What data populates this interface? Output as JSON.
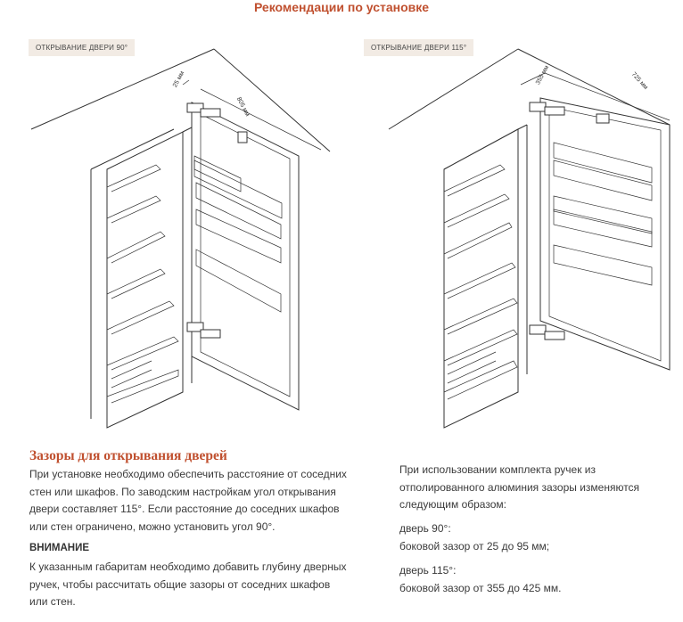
{
  "header": {
    "title": "Рекомендации по установке"
  },
  "left_diagram": {
    "tag": "ОТКРЫВАНИЕ ДВЕРИ 90°",
    "dim_gap": "25 мм",
    "dim_width": "805 мм"
  },
  "right_diagram": {
    "tag": "ОТКРЫВАНИЕ ДВЕРИ 115°",
    "dim_gap": "355 мм",
    "dim_width": "725 мм"
  },
  "content": {
    "section_title": "Зазоры для открывания дверей",
    "paragraph1": [
      "При установке необходимо обеспечить расстояние от соседних",
      "стен или шкафов. По заводским настройкам угол открывания",
      "двери составляет 115°. Если расстояние до соседних шкафов",
      "или стен ограничено, можно установить угол 90°."
    ],
    "warning_title": "ВНИМАНИЕ",
    "warning_text": [
      "К указанным габаритам необходимо добавить глубину дверных",
      "ручек, чтобы рассчитать общие зазоры от соседних шкафов",
      "или стен."
    ],
    "right_text": [
      "При использовании комплекта ручек из",
      "отполированного алюминия зазоры изменяются",
      "следующим образом:"
    ],
    "door90_label": "дверь 90°:",
    "door90_gap": "боковой зазор от 25 до 95 мм;",
    "door115_label": "дверь 115°:",
    "door115_gap": "боковой зазор от 355 до 425 мм."
  }
}
